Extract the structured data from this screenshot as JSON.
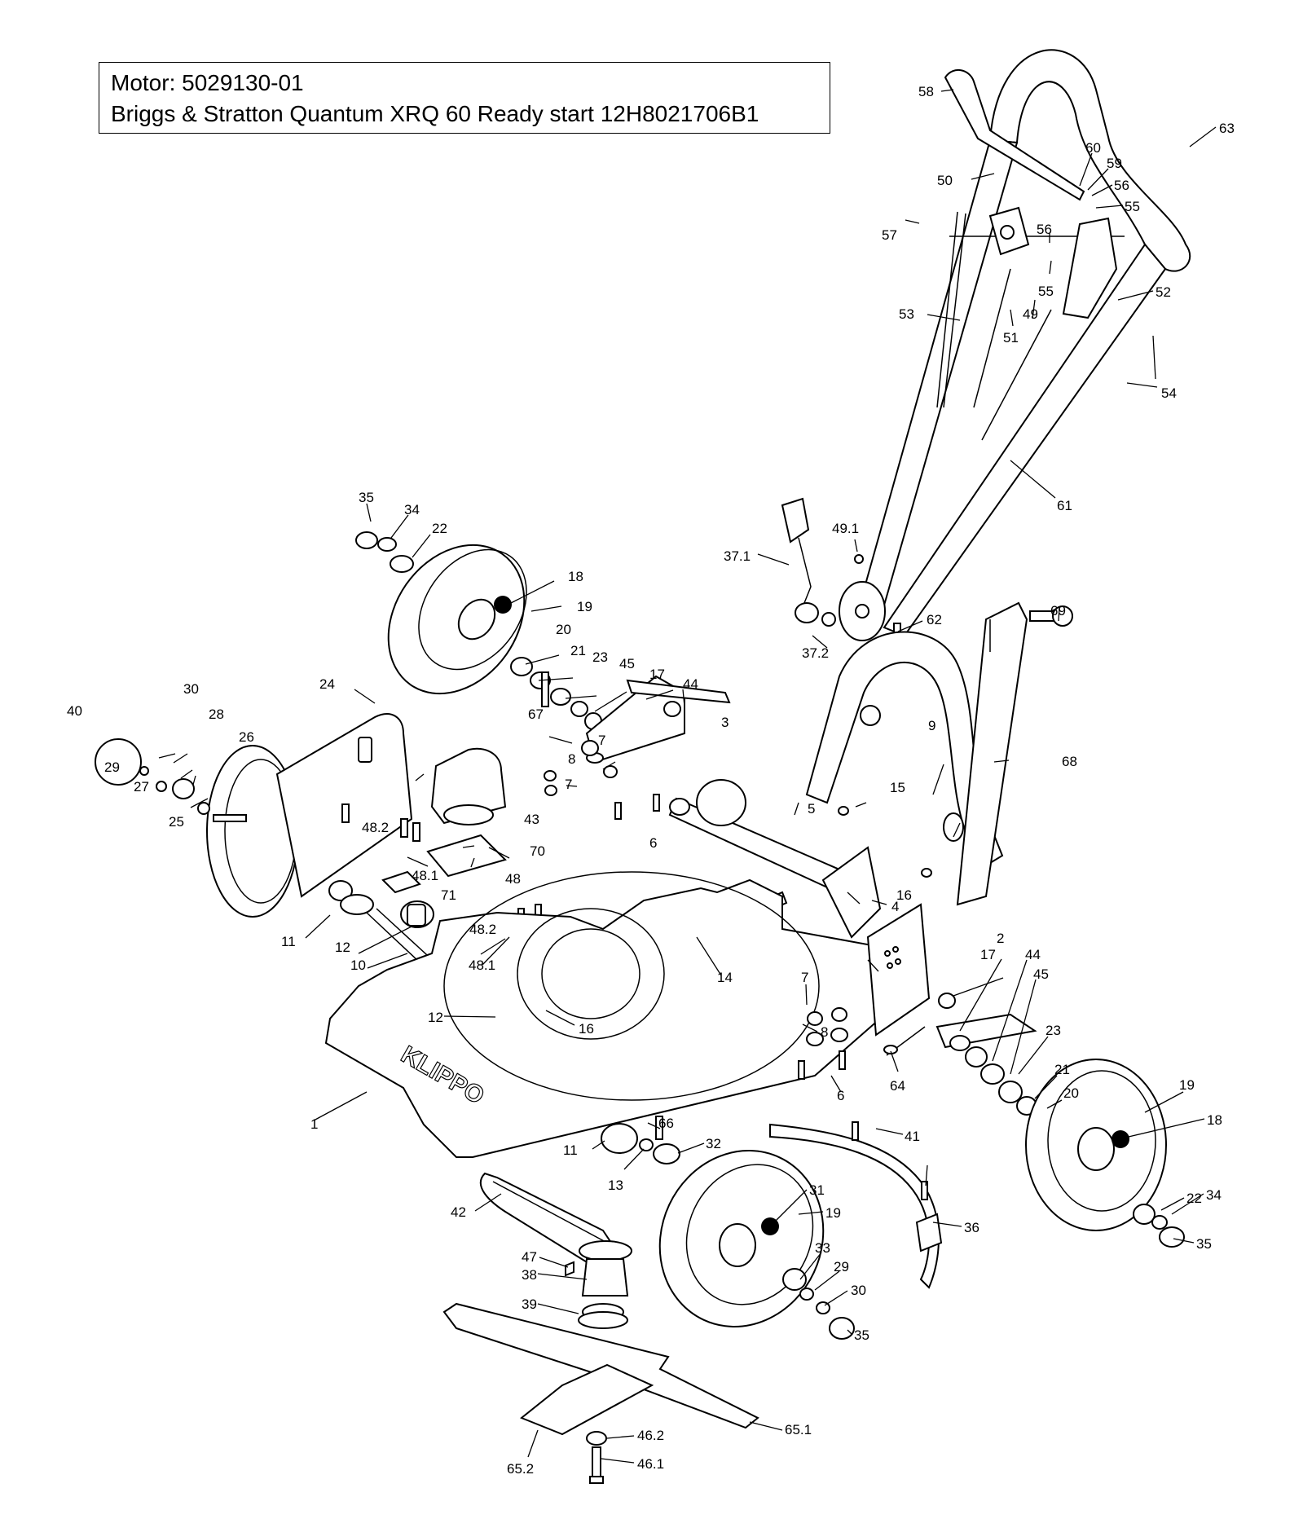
{
  "header": {
    "motor_line": "Motor: 5029130-01",
    "engine_line": "Briggs & Stratton Quantum XRQ 60 Ready start 12H8021706B1"
  },
  "callouts": [
    {
      "id": "58",
      "label": "58"
    },
    {
      "id": "63",
      "label": "63"
    },
    {
      "id": "60",
      "label": "60"
    },
    {
      "id": "59",
      "label": "59"
    },
    {
      "id": "50",
      "label": "50"
    },
    {
      "id": "56a",
      "label": "56"
    },
    {
      "id": "55a",
      "label": "55"
    },
    {
      "id": "56b",
      "label": "56"
    },
    {
      "id": "57",
      "label": "57"
    },
    {
      "id": "55b",
      "label": "55"
    },
    {
      "id": "52",
      "label": "52"
    },
    {
      "id": "53",
      "label": "53"
    },
    {
      "id": "49",
      "label": "49"
    },
    {
      "id": "51",
      "label": "51"
    },
    {
      "id": "54",
      "label": "54"
    },
    {
      "id": "61",
      "label": "61"
    },
    {
      "id": "35a",
      "label": "35"
    },
    {
      "id": "34a",
      "label": "34"
    },
    {
      "id": "22a",
      "label": "22"
    },
    {
      "id": "18a",
      "label": "18"
    },
    {
      "id": "19a",
      "label": "19"
    },
    {
      "id": "37_1",
      "label": "37.1"
    },
    {
      "id": "49_1",
      "label": "49.1"
    },
    {
      "id": "62",
      "label": "62"
    },
    {
      "id": "69",
      "label": "69"
    },
    {
      "id": "20a",
      "label": "20"
    },
    {
      "id": "21a",
      "label": "21"
    },
    {
      "id": "23a",
      "label": "23"
    },
    {
      "id": "45a",
      "label": "45"
    },
    {
      "id": "17a",
      "label": "17"
    },
    {
      "id": "37_2",
      "label": "37.2"
    },
    {
      "id": "30a",
      "label": "30"
    },
    {
      "id": "24",
      "label": "24"
    },
    {
      "id": "44a",
      "label": "44"
    },
    {
      "id": "40",
      "label": "40"
    },
    {
      "id": "28",
      "label": "28"
    },
    {
      "id": "26",
      "label": "26"
    },
    {
      "id": "67",
      "label": "67"
    },
    {
      "id": "3",
      "label": "3"
    },
    {
      "id": "9",
      "label": "9"
    },
    {
      "id": "29a",
      "label": "29"
    },
    {
      "id": "27",
      "label": "27"
    },
    {
      "id": "7a",
      "label": "7"
    },
    {
      "id": "8a",
      "label": "8"
    },
    {
      "id": "68",
      "label": "68"
    },
    {
      "id": "25",
      "label": "25"
    },
    {
      "id": "43",
      "label": "43"
    },
    {
      "id": "7b",
      "label": "7"
    },
    {
      "id": "15",
      "label": "15"
    },
    {
      "id": "5",
      "label": "5"
    },
    {
      "id": "6a",
      "label": "6"
    },
    {
      "id": "48_2a",
      "label": "48.2"
    },
    {
      "id": "70",
      "label": "70"
    },
    {
      "id": "48a",
      "label": "48"
    },
    {
      "id": "71",
      "label": "71"
    },
    {
      "id": "48_1a",
      "label": "48.1"
    },
    {
      "id": "16a",
      "label": "16"
    },
    {
      "id": "4",
      "label": "4"
    },
    {
      "id": "11a",
      "label": "11"
    },
    {
      "id": "48_2b",
      "label": "48.2"
    },
    {
      "id": "12a",
      "label": "12"
    },
    {
      "id": "10",
      "label": "10"
    },
    {
      "id": "48_1b",
      "label": "48.1"
    },
    {
      "id": "14",
      "label": "14"
    },
    {
      "id": "2",
      "label": "2"
    },
    {
      "id": "17b",
      "label": "17"
    },
    {
      "id": "44b",
      "label": "44"
    },
    {
      "id": "7c",
      "label": "7"
    },
    {
      "id": "45b",
      "label": "45"
    },
    {
      "id": "12b",
      "label": "12"
    },
    {
      "id": "16b",
      "label": "16"
    },
    {
      "id": "8b",
      "label": "8"
    },
    {
      "id": "23b",
      "label": "23"
    },
    {
      "id": "21b",
      "label": "21"
    },
    {
      "id": "20b",
      "label": "20"
    },
    {
      "id": "19b",
      "label": "19"
    },
    {
      "id": "1",
      "label": "1"
    },
    {
      "id": "6b",
      "label": "6"
    },
    {
      "id": "64",
      "label": "64"
    },
    {
      "id": "18b",
      "label": "18"
    },
    {
      "id": "11b",
      "label": "11"
    },
    {
      "id": "66",
      "label": "66"
    },
    {
      "id": "41",
      "label": "41"
    },
    {
      "id": "32",
      "label": "32"
    },
    {
      "id": "13",
      "label": "13"
    },
    {
      "id": "22b",
      "label": "22"
    },
    {
      "id": "34b",
      "label": "34"
    },
    {
      "id": "31",
      "label": "31"
    },
    {
      "id": "19c",
      "label": "19"
    },
    {
      "id": "36",
      "label": "36"
    },
    {
      "id": "42",
      "label": "42"
    },
    {
      "id": "35b",
      "label": "35"
    },
    {
      "id": "47",
      "label": "47"
    },
    {
      "id": "33",
      "label": "33"
    },
    {
      "id": "29b",
      "label": "29"
    },
    {
      "id": "38",
      "label": "38"
    },
    {
      "id": "30b",
      "label": "30"
    },
    {
      "id": "39",
      "label": "39"
    },
    {
      "id": "35c",
      "label": "35"
    },
    {
      "id": "65_1",
      "label": "65.1"
    },
    {
      "id": "46_2",
      "label": "46.2"
    },
    {
      "id": "65_2",
      "label": "65.2"
    },
    {
      "id": "46_1",
      "label": "46.1"
    }
  ],
  "deck_brand_text": "KLIPPO"
}
